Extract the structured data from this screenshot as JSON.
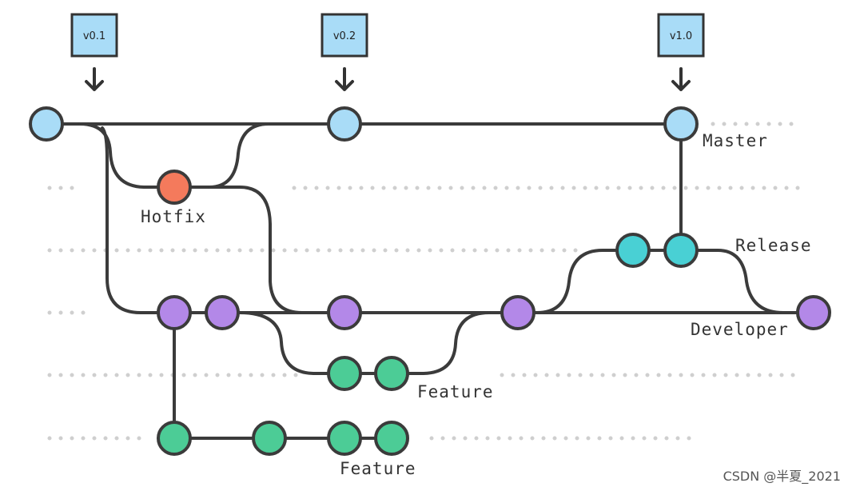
{
  "tags": [
    "v0.1",
    "v0.2",
    "v1.0"
  ],
  "branches": {
    "master": "Master",
    "hotfix": "Hotfix",
    "release": "Release",
    "developer": "Developer",
    "feature_upper": "Feature",
    "feature_lower": "Feature"
  },
  "colors": {
    "master": "#a9dcf7",
    "hotfix": "#f47a5c",
    "release": "#49d0d4",
    "developer": "#b388e8",
    "feature": "#4ccc96",
    "line": "#3b3b3b",
    "lane": "#cfcfcf"
  },
  "watermark": "CSDN @半夏_2021"
}
